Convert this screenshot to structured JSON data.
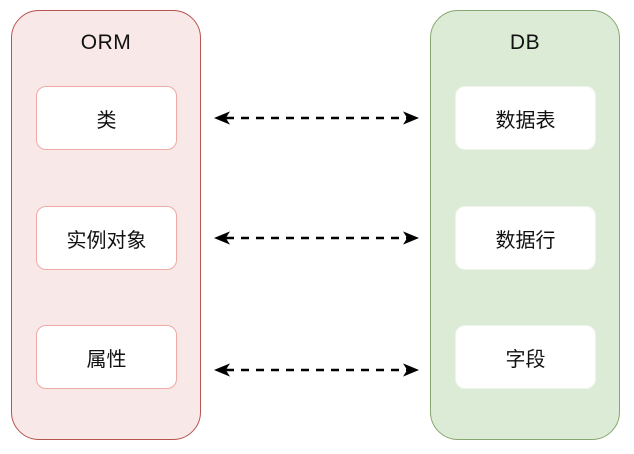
{
  "diagram": {
    "left_group": {
      "title": "ORM",
      "nodes": [
        {
          "label": "类"
        },
        {
          "label": "实例对象"
        },
        {
          "label": "属性"
        }
      ]
    },
    "right_group": {
      "title": "DB",
      "nodes": [
        {
          "label": "数据表"
        },
        {
          "label": "数据行"
        },
        {
          "label": "字段"
        }
      ]
    },
    "connections": [
      {
        "from": "类",
        "to": "数据表",
        "style": "dashed-double-arrow"
      },
      {
        "from": "实例对象",
        "to": "数据行",
        "style": "dashed-double-arrow"
      },
      {
        "from": "属性",
        "to": "字段",
        "style": "dashed-double-arrow"
      }
    ],
    "colors": {
      "orm_fill": "#f9e8e8",
      "orm_border": "#b85450",
      "orm_node_border": "#efaaa6",
      "db_fill": "#dcebd5",
      "db_border": "#88a670",
      "db_node_border": "#eef4ea",
      "arrow": "#000000",
      "text": "#111111"
    }
  }
}
